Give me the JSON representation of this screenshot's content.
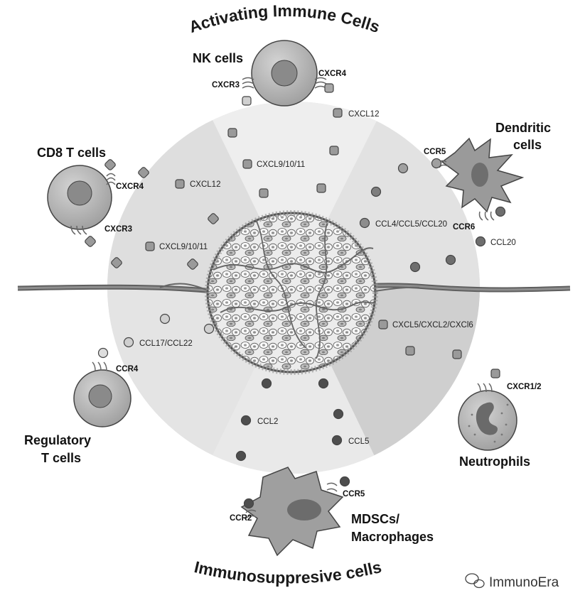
{
  "titles": {
    "top": "Activating Immune Cells",
    "bottom": "Immunosuppresive cells"
  },
  "cells": {
    "nk": {
      "name": "NK cells",
      "receptors": [
        "CXCR3",
        "CXCR4"
      ]
    },
    "cd8": {
      "name": "CD8 T cells",
      "receptors": [
        "CXCR4",
        "CXCR3"
      ]
    },
    "dendritic": {
      "name_line1": "Dendritic",
      "name_line2": "cells",
      "receptors": [
        "CCR5",
        "CCR6"
      ]
    },
    "treg": {
      "name_line1": "Regulatory",
      "name_line2": "T cells",
      "receptors": [
        "CCR4"
      ]
    },
    "neutrophils": {
      "name": "Neutrophils",
      "receptors": [
        "CXCR1/2"
      ]
    },
    "mdsc": {
      "name_line1": "MDSCs/",
      "name_line2": "Macrophages",
      "receptors": [
        "CCR2",
        "CCR5"
      ]
    }
  },
  "chemokines": {
    "nk_sector": [
      "CXCL12",
      "CXCL9/10/11"
    ],
    "cd8_sector": [
      "CXCL12",
      "CXCL9/10/11"
    ],
    "dc_sector": [
      "CCL4/CCL5/CCL20",
      "CCL20"
    ],
    "neutrophil_sector": [
      "CXCL5/CXCL2/CXCl6"
    ],
    "mdsc_sector": [
      "CCL2",
      "CCL5"
    ],
    "treg_sector": [
      "CCL17/CCL22"
    ]
  },
  "watermark": "ImmunoEra",
  "colors": {
    "sector_light": "#ebebeb",
    "sector_mid": "#dcdcdc",
    "sector_dark": "#c9c9c9",
    "cell_fill": "#b9b9b9",
    "nucleus": "#8a8a8a",
    "vessel": "#6e6e6e"
  }
}
